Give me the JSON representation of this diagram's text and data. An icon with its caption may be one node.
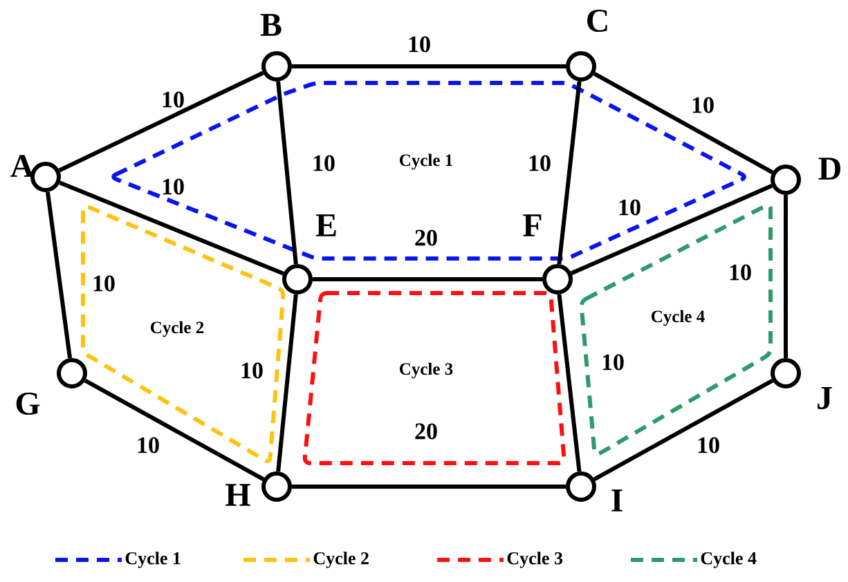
{
  "diagram": {
    "nodes": [
      {
        "text": [
          "A"
        ]
      },
      {
        "text": [
          "B"
        ]
      },
      {
        "text": [
          "C"
        ]
      },
      {
        "text": [
          "D"
        ]
      },
      {
        "text": [
          "E"
        ]
      },
      {
        "text": [
          "F"
        ]
      },
      {
        "text": [
          "G"
        ]
      },
      {
        "text": [
          "H"
        ]
      },
      {
        "text": [
          "I"
        ]
      },
      {
        "text": [
          "J"
        ]
      }
    ],
    "edges": [
      {
        "from": 0,
        "to": 1,
        "arrow": "none",
        "label": "10"
      },
      {
        "from": 1,
        "to": 2,
        "arrow": "none",
        "label": "10"
      },
      {
        "from": 2,
        "to": 3,
        "arrow": "none",
        "label": "10"
      },
      {
        "from": 0,
        "to": 4,
        "arrow": "none",
        "label": "10"
      },
      {
        "from": 1,
        "to": 4,
        "arrow": "none",
        "label": "10"
      },
      {
        "from": 2,
        "to": 5,
        "arrow": "none",
        "label": "10"
      },
      {
        "from": 3,
        "to": 5,
        "arrow": "none",
        "label": "10"
      },
      {
        "from": 4,
        "to": 5,
        "arrow": "none",
        "label": "20"
      },
      {
        "from": 0,
        "to": 6,
        "arrow": "none",
        "label": "10"
      },
      {
        "from": 6,
        "to": 7,
        "arrow": "none",
        "label": "10"
      },
      {
        "from": 4,
        "to": 7,
        "arrow": "none",
        "label": "10"
      },
      {
        "from": 7,
        "to": 8,
        "arrow": "none",
        "label": "20"
      },
      {
        "from": 5,
        "to": 8,
        "arrow": "none",
        "label": "10"
      },
      {
        "from": 3,
        "to": 9,
        "arrow": "none",
        "label": "10"
      },
      {
        "from": 8,
        "to": 9,
        "arrow": "none",
        "label": "10"
      }
    ],
    "labels": [
      "Cycle 1",
      "Cycle 2",
      "Cycle 3",
      "Cycle 4"
    ],
    "legend": [
      {
        "text": "Cycle 1"
      },
      {
        "text": "Cycle 2"
      },
      {
        "text": "Cycle 3"
      },
      {
        "text": "Cycle 4"
      }
    ]
  }
}
